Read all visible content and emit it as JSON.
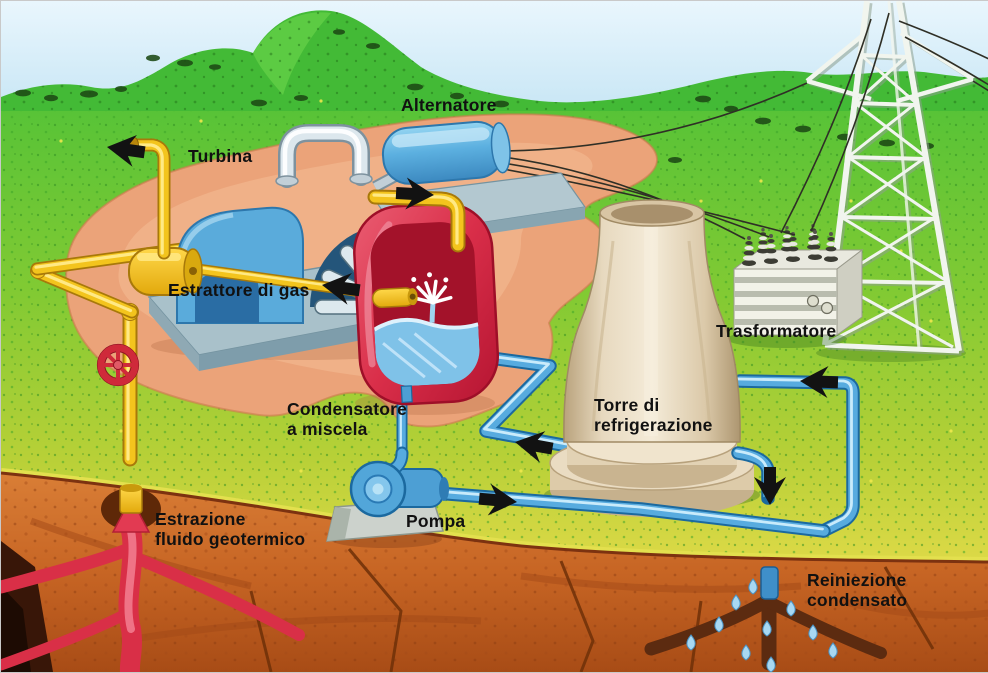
{
  "meta": {
    "language": "it",
    "description": "Cutaway illustration of a geothermal power plant with steam, water and reinjection circuits"
  },
  "labels": {
    "alternatore": {
      "text": "Alternatore"
    },
    "turbina": {
      "text": "Turbina"
    },
    "estrattore": {
      "text": "Estrattore di gas"
    },
    "condensatore": {
      "line1": "Condensatore",
      "line2": "a miscela"
    },
    "trasformatore": {
      "text": "Trasformatore"
    },
    "torre": {
      "line1": "Torre di",
      "line2": "refrigerazione"
    },
    "pompa": {
      "text": "Pompa"
    },
    "estrazione": {
      "line1": "Estrazione",
      "line2": "fluido geotermico"
    },
    "reiniezione": {
      "line1": "Reiniezione",
      "line2": "condensato"
    }
  },
  "flow_arrows": [
    {
      "id": "vent-arrow",
      "on": "steam vent pipe",
      "direction": "left-up",
      "color": "#121212"
    },
    {
      "id": "steam-to-condenser-arrow",
      "on": "turbine exhaust pipe",
      "direction": "right",
      "color": "#121212"
    },
    {
      "id": "gas-extraction-arrow",
      "on": "gas line to extractor",
      "direction": "left",
      "color": "#121212"
    },
    {
      "id": "cold-water-arrow",
      "on": "cooling water feed to condenser",
      "direction": "left",
      "color": "#121212"
    },
    {
      "id": "return-water-arrow",
      "on": "return line to cooling tower",
      "direction": "left",
      "color": "#121212"
    },
    {
      "id": "pump-outlet-arrow",
      "on": "pump discharge line",
      "direction": "right",
      "color": "#121212"
    },
    {
      "id": "reinjection-arrow",
      "on": "reinjection stub",
      "direction": "down",
      "color": "#121212"
    },
    {
      "id": "geothermal-fluid-arrow",
      "on": "extraction well",
      "direction": "up",
      "color": "#e23a52"
    }
  ],
  "colors": {
    "sky": "#cde9f6",
    "hills": "#46bb37",
    "grass": "#7cc832",
    "clearing": "#eba379",
    "earth": "#c76524",
    "magma": "#d92f47",
    "steam_pipe": "#f3c41d",
    "water_pipe": "#57abdf",
    "condenser": "#d92e49",
    "cooling_tower": "#eadcc2",
    "machinery_blue": "#5cb0e0",
    "platform": "#a9c1ca",
    "pylon": "#f1f5ee",
    "arrow": "#121212",
    "label_text": "#111111"
  }
}
